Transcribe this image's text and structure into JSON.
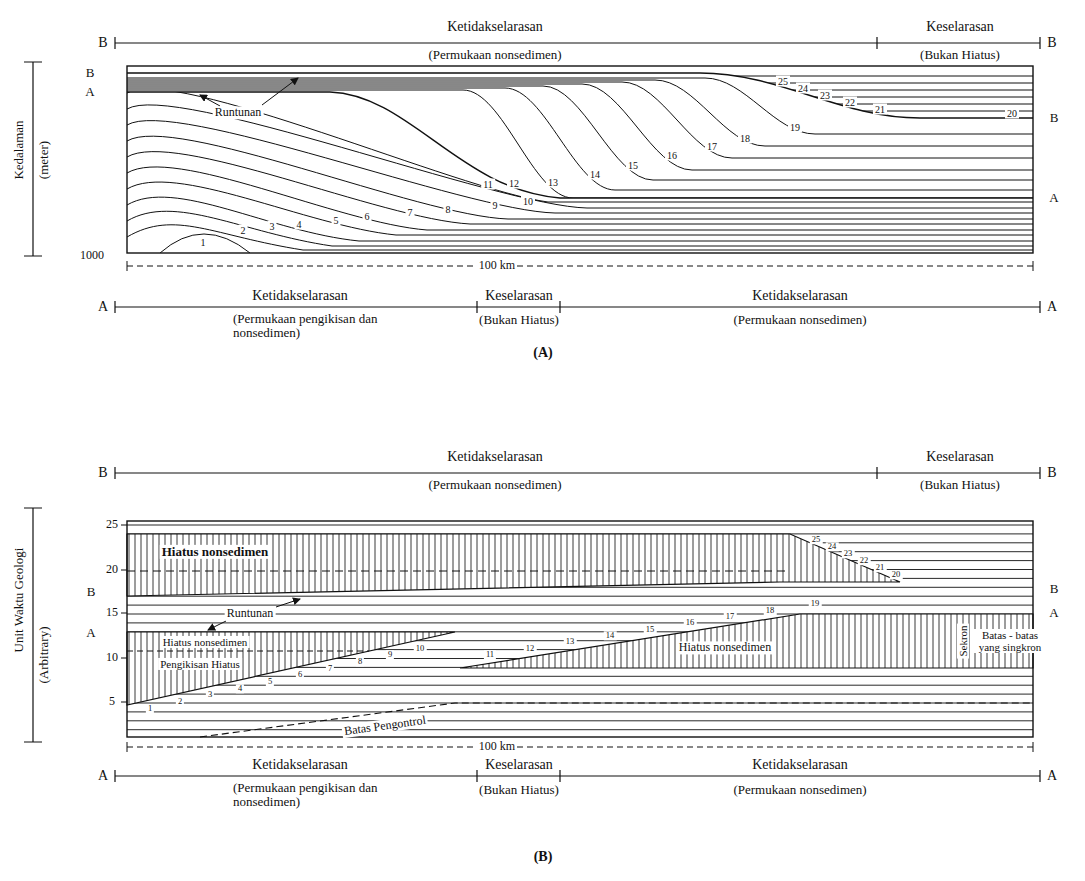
{
  "diagram": {
    "labels": [
      "B",
      "Ketidakselarasan",
      "(Permukaan nonsedimen)",
      "Keselarasan",
      "(Bukan Hiatus)",
      "B",
      "Kedalaman",
      "(meter)",
      "1000",
      "B",
      "A",
      "Runtunan",
      "1",
      "2",
      "3",
      "4",
      "5",
      "6",
      "7",
      "8",
      "9",
      "10",
      "11",
      "12",
      "13",
      "14",
      "15",
      "16",
      "17",
      "18",
      "19",
      "20",
      "21",
      "22",
      "23",
      "24",
      "25",
      "B",
      "A",
      "100 km",
      "A",
      "Ketidakselarasan",
      "(Permukaan pengikisan dan nonsedimen)",
      "Keselarasan",
      "(Bukan Hiatus)",
      "Ketidakselarasan",
      "(Permukaan nonsedimen)",
      "A",
      "(A)",
      "B",
      "Ketidakselarasan",
      "(Permukaan nonsedimen)",
      "Keselarasan",
      "(Bukan Hiatus)",
      "B",
      "Unit Waktu Geologi",
      "(Arbitrary)",
      "25",
      "20",
      "B",
      "15",
      "A",
      "10",
      "5",
      "Hiatus nonsedimen",
      "Runtunan",
      "Hiatus nonsedimen",
      "Pengikisan Hiatus",
      "Hiatus nonsedimen",
      "Sekron",
      "Batas - batas yang singkron",
      "B",
      "A",
      "Batas Pengontrol",
      "1",
      "2",
      "3",
      "4",
      "5",
      "6",
      "7",
      "8",
      "9",
      "10",
      "11",
      "12",
      "13",
      "14",
      "15",
      "16",
      "17",
      "18",
      "19",
      "20",
      "21",
      "22",
      "23",
      "24",
      "25",
      "100 km",
      "A",
      "Ketidakselarasan",
      "(Permukaan pengikisan dan nonsedimen)",
      "Keselarasan",
      "(Bukan Hiatus)",
      "Ketidakselarasan",
      "(Permukaan nonsedimen)",
      "A",
      "(B)"
    ]
  }
}
